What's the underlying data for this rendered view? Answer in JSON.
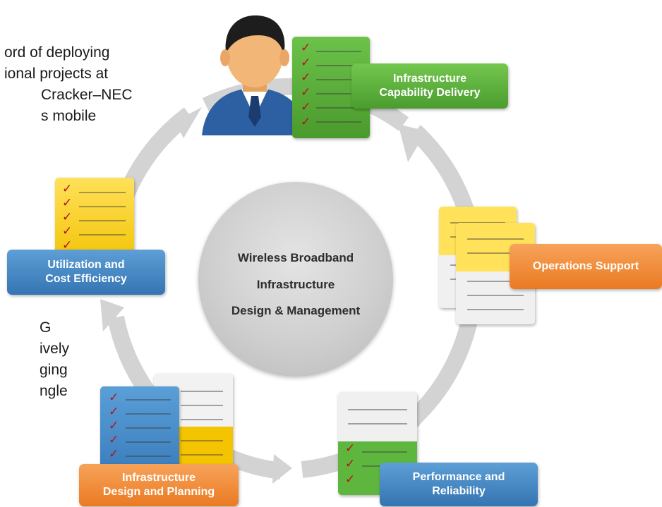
{
  "background_text": {
    "top_lines": [
      "ord of deploying",
      "ional projects at",
      "Cracker–NEC",
      "s mobile"
    ],
    "bottom_lines": [
      "G",
      "ively",
      "ging",
      "ngle"
    ]
  },
  "hub": {
    "line1": "Wireless Broadband",
    "line2": "Infrastructure",
    "line3": "Design & Management"
  },
  "stages": [
    {
      "line1": "Infrastructure",
      "line2": "Capability Delivery",
      "color": "#5bb33a"
    },
    {
      "line1": "Operations Support",
      "line2": "",
      "color": "#ef8a30"
    },
    {
      "line1": "Performance and",
      "line2": "Reliability",
      "color": "#4a8fcc"
    },
    {
      "line1": "Infrastructure",
      "line2": "Design and Planning",
      "color": "#ef8a30"
    },
    {
      "line1": "Utilization and",
      "line2": "Cost Efficiency",
      "color": "#4a8fcc"
    }
  ],
  "check_glyph": "✓",
  "icons": [
    "person-avatar-icon",
    "checklist-document-icon",
    "cycle-arrows-icon"
  ]
}
